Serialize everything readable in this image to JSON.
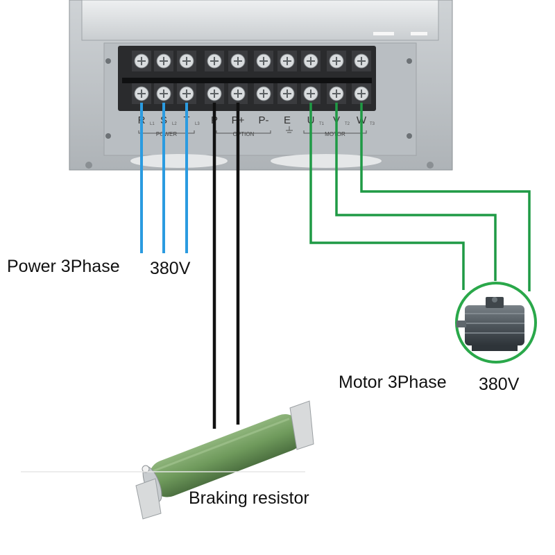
{
  "terminals": {
    "items": [
      {
        "label": "R",
        "sub": "L1"
      },
      {
        "label": "S",
        "sub": "L2"
      },
      {
        "label": "T",
        "sub": "L3"
      },
      {
        "label": "P",
        "sub": ""
      },
      {
        "label": "P+",
        "sub": ""
      },
      {
        "label": "P-",
        "sub": ""
      },
      {
        "label": "E",
        "sub": ""
      },
      {
        "label": "U",
        "sub": "T1"
      },
      {
        "label": "V",
        "sub": "T2"
      },
      {
        "label": "W",
        "sub": "T3"
      }
    ],
    "groups": {
      "power": "POWER",
      "option": "OPTION",
      "motor": "MOTOR"
    }
  },
  "labels": {
    "power": "Power 3Phase",
    "power_voltage": "380V",
    "motor": "Motor 3Phase",
    "motor_voltage": "380V",
    "braking": "Braking resistor"
  },
  "colors": {
    "power_wire": "#2b9be0",
    "brake_wire": "#111111",
    "motor_wire": "#1f9a45",
    "resistor": "#6f9a5c",
    "motor_ring": "#2aa84a"
  }
}
